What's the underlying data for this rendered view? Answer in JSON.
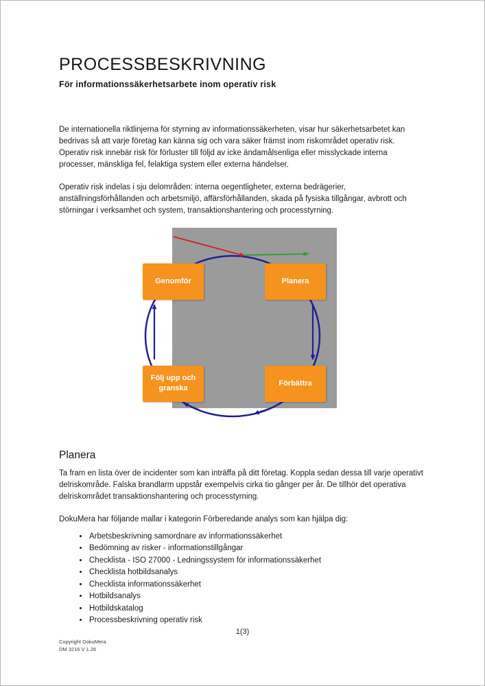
{
  "page": {
    "title": "PROCESSBESKRIVNING",
    "subtitle": "För informationssäkerhetsarbete inom operativ risk",
    "intro_paragraphs": {
      "0": "De internationella riktlinjerna för styrning av informationssäkerheten, visar hur säkerhetsarbetet kan bedrivas så att varje företag kan känna sig och vara säker främst inom riskområdet operativ risk. Operativ risk innebär risk för förluster till följd av icke ändamålsenliga eller misslyckade interna processer, mänskliga fel, felaktiga system eller externa händelser.",
      "1": "Operativ risk indelas i sju delområden: interna oegentligheter, externa bedrägerier, anställningsförhållanden och arbetsmiljö, affärsförhållanden, skada på fysiska tillgångar, avbrott och störningar i verksamhet och system, transaktionshantering och processtyrning."
    }
  },
  "diagram": {
    "boxes": {
      "do": "Genomför",
      "plan": "Planera",
      "check": "Följ upp och granska",
      "act": "Förbättra"
    },
    "colors": {
      "box": "#F6921E",
      "background": "#9B9B9B",
      "circle": "#1F1F99",
      "red_arrow": "#CC2222",
      "green_arrow": "#2E9E2E"
    }
  },
  "section": {
    "heading": "Planera",
    "paragraph": "Ta fram en lista över de incidenter som kan inträffa på ditt företag. Koppla sedan dessa till varje operativt delriskområde. Falska brandlarm uppstår exempelvis cirka tio gånger per år. De tillhör det operativa delriskområdet transaktionshantering och processtyrning.",
    "list_intro": "DokuMera har följande mallar i kategorin Förberedande analys som kan hjälpa dig:",
    "bullets": {
      "0": "Arbetsbeskrivning samordnare av informationssäkerhet",
      "1": "Bedömning av risker - informationstillgångar",
      "2": "Checklista - ISO 27000 - Ledningssystem för informationssäkerhet",
      "3": "Checklista hotbildsanalys",
      "4": "Checklista informationssäkerhet",
      "5": "Hotbildsanalys",
      "6": "Hotbildskatalog",
      "7": "Processbeskrivning operativ risk"
    }
  },
  "footer": {
    "page_number": "1(3)",
    "copyright": "Copyright DokuMera",
    "doc_id": "DM 3216 V 1.26"
  }
}
